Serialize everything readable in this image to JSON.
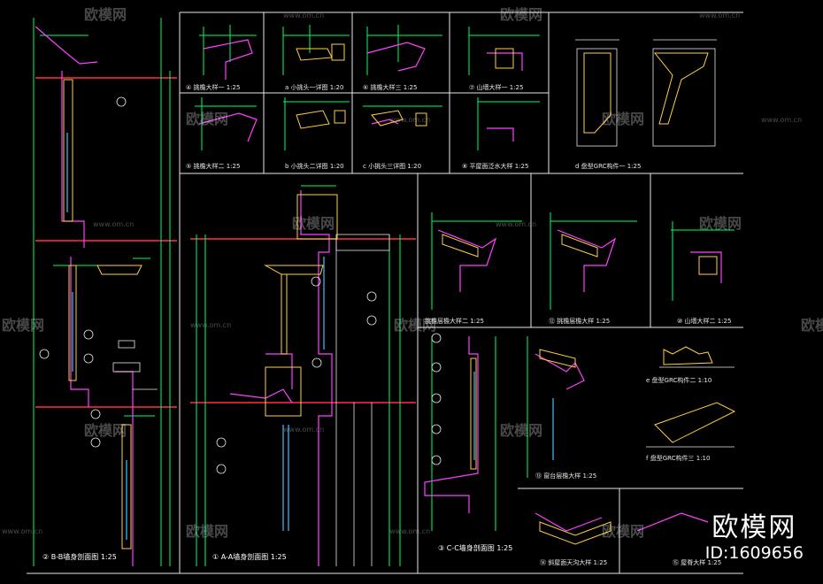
{
  "watermark": {
    "text": "欧模网",
    "url": "www.om.cn"
  },
  "brand": {
    "name": "欧模网",
    "id": "ID:1609656"
  },
  "details": [
    {
      "label": "④ 挑檐大样一 1:25"
    },
    {
      "label": "a 小挑头一详图 1:20"
    },
    {
      "label": "⑥ 挑檐大样三 1:25"
    },
    {
      "label": "⑦ 山墙大样一 1:25"
    },
    {
      "label": "⑤ 挑檐大样二 1:25"
    },
    {
      "label": "b 小挑头二详图 1:20"
    },
    {
      "label": "c 小挑头三详图 1:20"
    },
    {
      "label": "⑧ 平屋面泛水大样 1:25"
    },
    {
      "label": "d 盘型GRC构件一 1:25"
    },
    {
      "label": "挑檐层檐大样二 1:25"
    },
    {
      "label": "⑫ 挑檐层檐大样 1:25"
    },
    {
      "label": "⑩ 山墙大样二 1:25"
    },
    {
      "label": "e 盘型GRC构件二 1:10"
    },
    {
      "label": "f 盘型GRC构件三 1:10"
    },
    {
      "label": "⑬ 窗台层檐大样 1:25"
    },
    {
      "label": "⑭ 斜屋面天沟大样 1:25"
    },
    {
      "label": "⑮ 屋脊大样 1:25"
    }
  ],
  "sections": [
    {
      "label": "② B-B墙身剖面图 1:25"
    },
    {
      "label": "① A-A墙身剖面图 1:25"
    },
    {
      "label": "③ C-C墙身剖面图 1:25"
    }
  ]
}
